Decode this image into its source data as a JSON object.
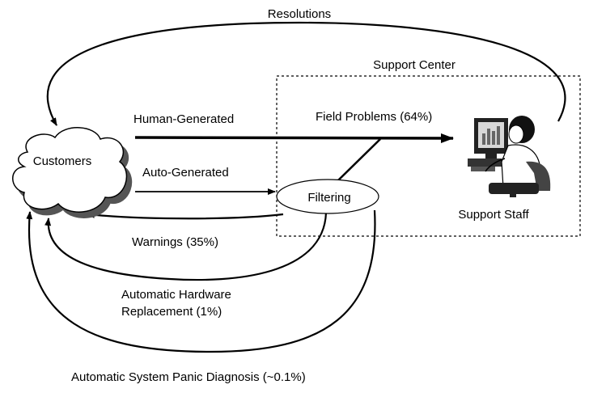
{
  "labels": {
    "resolutions": "Resolutions",
    "support_center": "Support Center",
    "human_generated": "Human-Generated",
    "field_problems": "Field Problems (64%)",
    "customers": "Customers",
    "auto_generated": "Auto-Generated",
    "filtering": "Filtering",
    "support_staff": "Support Staff",
    "warnings": "Warnings (35%)",
    "hw_replacement_line1": "Automatic Hardware",
    "hw_replacement_line2": "Replacement (1%)",
    "panic_diagnosis": "Automatic System Panic Diagnosis (~0.1%)"
  },
  "icons": {
    "customers": "cloud-icon",
    "support_staff": "person-at-computer-icon"
  }
}
